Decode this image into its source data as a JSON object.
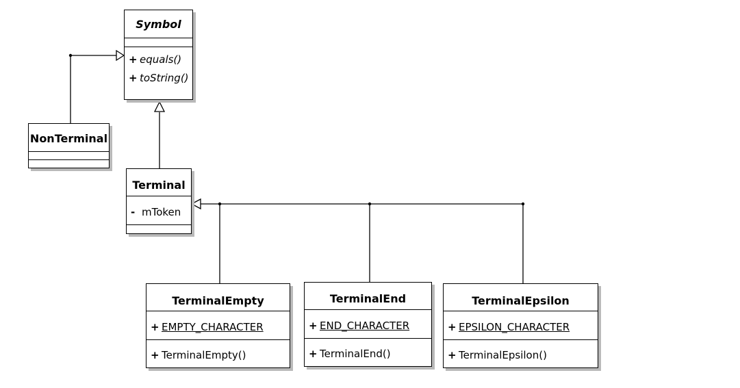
{
  "diagram": {
    "classes": {
      "symbol": {
        "name": "Symbol",
        "abstract": true,
        "attributes": [],
        "operations": [
          {
            "visibility": "+",
            "name": "equals()",
            "italic": true
          },
          {
            "visibility": "+",
            "name": "toString()",
            "italic": true
          }
        ]
      },
      "nonterminal": {
        "name": "NonTerminal",
        "attributes": [],
        "operations": []
      },
      "terminal": {
        "name": "Terminal",
        "attributes": [
          {
            "visibility": "-",
            "name": "mToken"
          }
        ],
        "operations": []
      },
      "terminal_empty": {
        "name": "TerminalEmpty",
        "attributes": [
          {
            "visibility": "+",
            "name": "EMPTY_CHARACTER",
            "static": true
          }
        ],
        "operations": [
          {
            "visibility": "+",
            "name": "TerminalEmpty()"
          }
        ]
      },
      "terminal_end": {
        "name": "TerminalEnd",
        "attributes": [
          {
            "visibility": "+",
            "name": "END_CHARACTER",
            "static": true
          }
        ],
        "operations": [
          {
            "visibility": "+",
            "name": "TerminalEnd()"
          }
        ]
      },
      "terminal_epsilon": {
        "name": "TerminalEpsilon",
        "attributes": [
          {
            "visibility": "+",
            "name": "EPSILON_CHARACTER",
            "static": true
          }
        ],
        "operations": [
          {
            "visibility": "+",
            "name": "TerminalEpsilon()"
          }
        ]
      }
    },
    "relationships": [
      {
        "type": "generalization",
        "from": "NonTerminal",
        "to": "Symbol"
      },
      {
        "type": "generalization",
        "from": "Terminal",
        "to": "Symbol"
      },
      {
        "type": "generalization",
        "from": "TerminalEmpty",
        "to": "Terminal"
      },
      {
        "type": "generalization",
        "from": "TerminalEnd",
        "to": "Terminal"
      },
      {
        "type": "generalization",
        "from": "TerminalEpsilon",
        "to": "Terminal"
      }
    ],
    "colors": {
      "line": "#000000",
      "shadow": "#b9b9b9",
      "background": "#ffffff"
    }
  }
}
